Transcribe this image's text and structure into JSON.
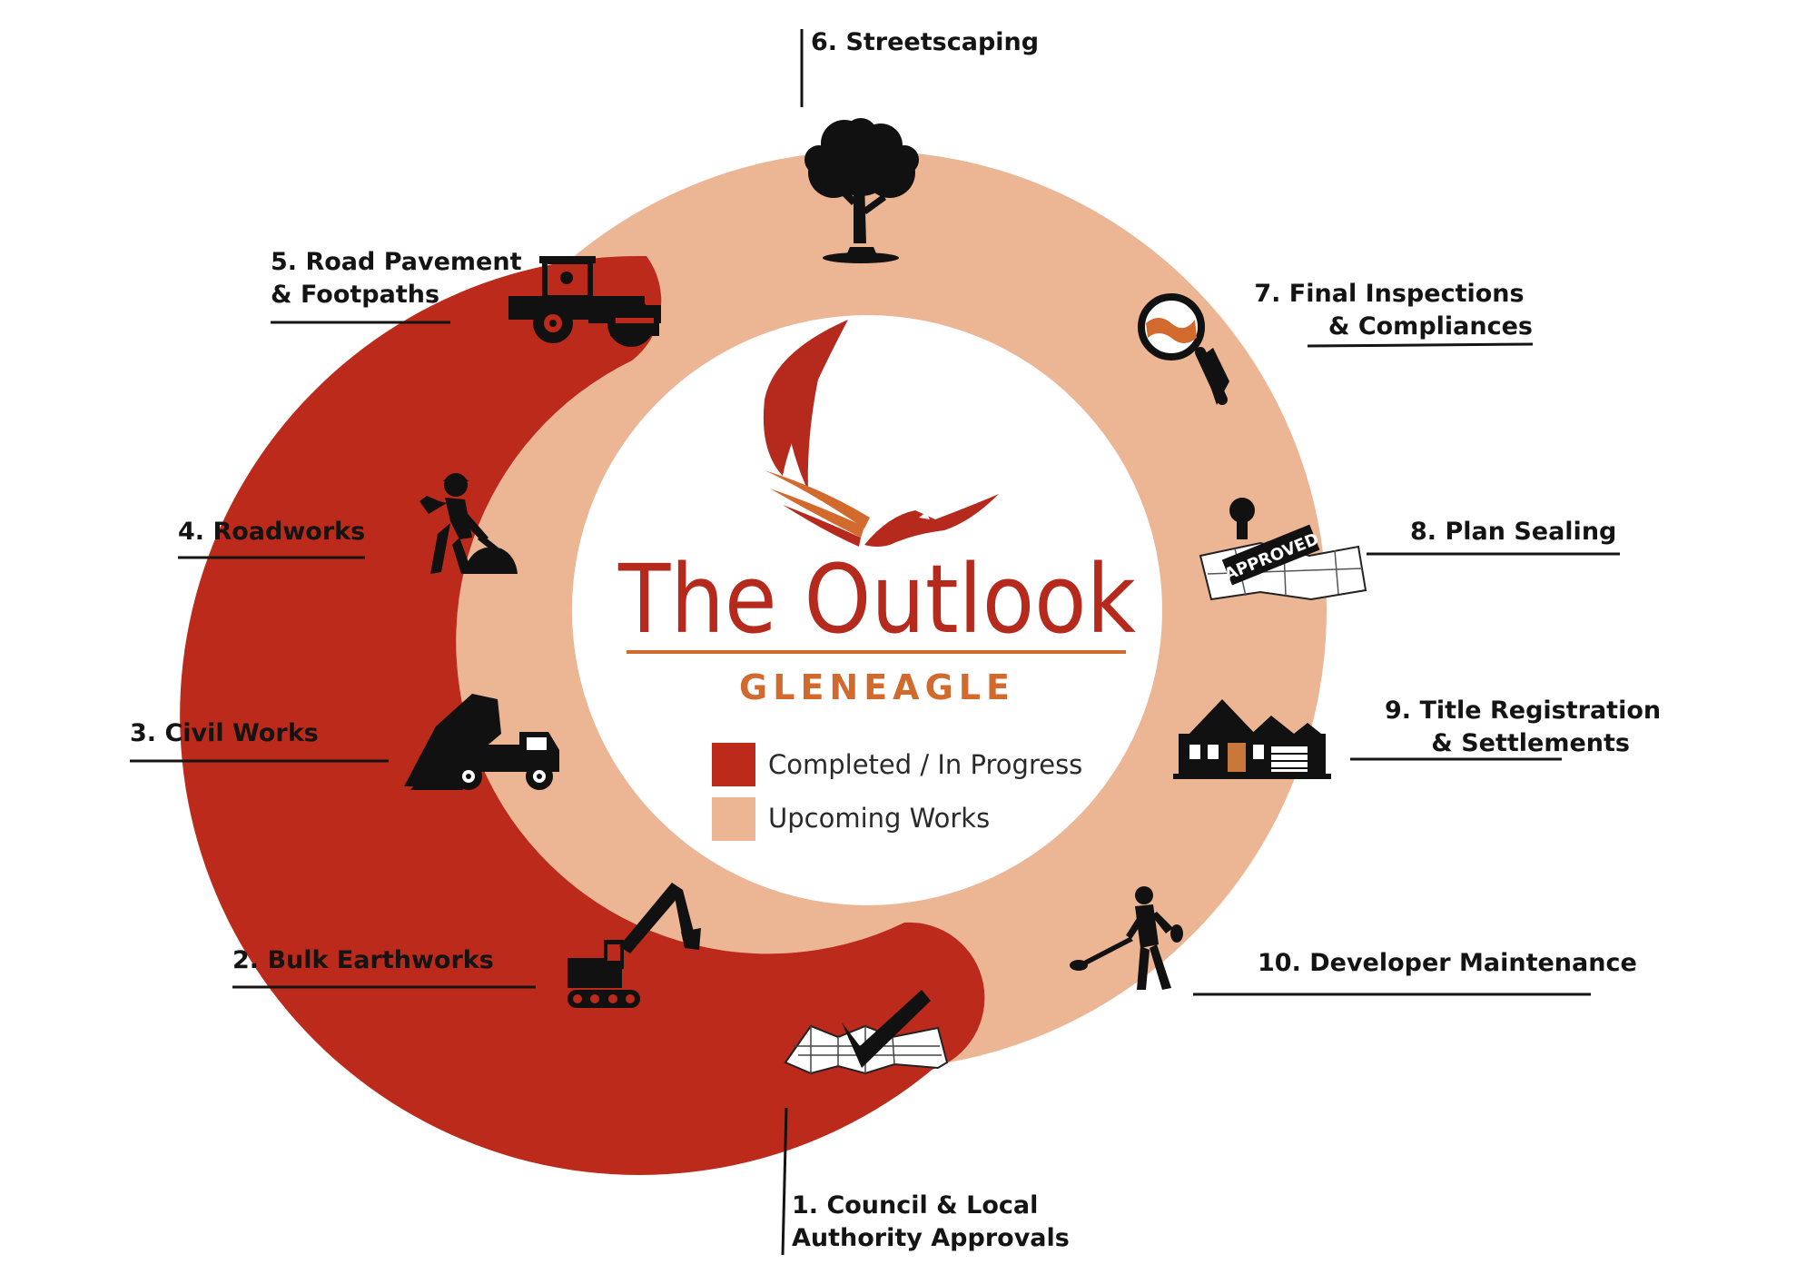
{
  "brand": {
    "title": "The Outlook",
    "subtitle": "GLENEAGLE"
  },
  "legend": {
    "completed": "Completed / In Progress",
    "upcoming": "Upcoming Works"
  },
  "colors": {
    "completed": "#bb2a1a",
    "upcoming": "#ecb594",
    "brand_red": "#b52a1c",
    "brand_orange": "#d2692d",
    "icon": "#111111"
  },
  "stages": {
    "s1": {
      "line1": "1. Council & Local",
      "line2": "Authority Approvals",
      "status": "completed",
      "icon": "map-check-icon"
    },
    "s2": {
      "line1": "2. Bulk Earthworks",
      "status": "completed",
      "icon": "excavator-icon"
    },
    "s3": {
      "line1": "3. Civil Works",
      "status": "completed",
      "icon": "dump-truck-icon"
    },
    "s4": {
      "line1": "4. Roadworks",
      "status": "completed",
      "icon": "worker-shovel-icon"
    },
    "s5": {
      "line1": "5. Road Pavement",
      "line2": "& Footpaths",
      "status": "completed",
      "icon": "road-roller-icon"
    },
    "s6": {
      "line1": "6. Streetscaping",
      "status": "upcoming",
      "icon": "tree-icon"
    },
    "s7": {
      "line1": "7. Final Inspections",
      "line2": "& Compliances",
      "status": "upcoming",
      "icon": "magnifier-icon"
    },
    "s8": {
      "line1": "8. Plan Sealing",
      "status": "upcoming",
      "icon": "approved-stamp-icon",
      "stamp_text": "APPROVED"
    },
    "s9": {
      "line1": "9. Title Registration",
      "line2": "& Settlements",
      "status": "upcoming",
      "icon": "house-icon"
    },
    "s10": {
      "line1": "10. Developer Maintenance",
      "status": "upcoming",
      "icon": "line-trimmer-worker-icon"
    }
  }
}
